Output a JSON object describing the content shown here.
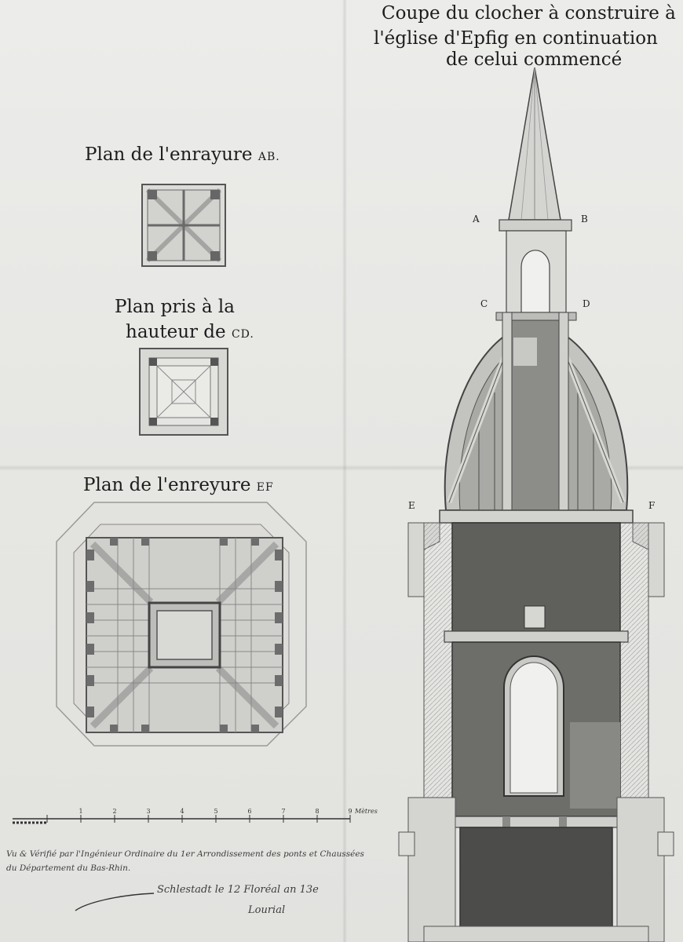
{
  "titles": {
    "main_line1": "Coupe du clocher à construire à",
    "main_line2": "l'église d'Epfig en continuation",
    "main_line3": "de celui commencé",
    "plan_ab": "Plan de l'enrayure",
    "plan_ab_suffix": "AB.",
    "plan_cd_line1": "Plan pris à la",
    "plan_cd_line2": "hauteur de",
    "plan_cd_suffix": "CD.",
    "plan_ef": "Plan de l'enreyure",
    "plan_ef_suffix": "EF"
  },
  "section_labels": {
    "a": "A",
    "b": "B",
    "c": "C",
    "d": "D",
    "e": "E",
    "f": "F"
  },
  "scale_bar": {
    "ticks": [
      "1",
      "2",
      "3",
      "4",
      "5",
      "6",
      "7",
      "8",
      "9"
    ],
    "unit": "Mètres"
  },
  "notes": {
    "line1": "Vu & Vérifié par l'Ingénieur Ordinaire du 1er Arrondissement des ponts et Chaussées",
    "line2": "du Département du Bas-Rhin.",
    "date": "Schlestadt le 12 Floréal an 13e",
    "signature": "Lourial"
  },
  "colors": {
    "paper": "#e8e8e6",
    "ink": "#1d1d1d",
    "wash_dark": "#7a7a7a",
    "wash_light": "#c9c9c6"
  }
}
